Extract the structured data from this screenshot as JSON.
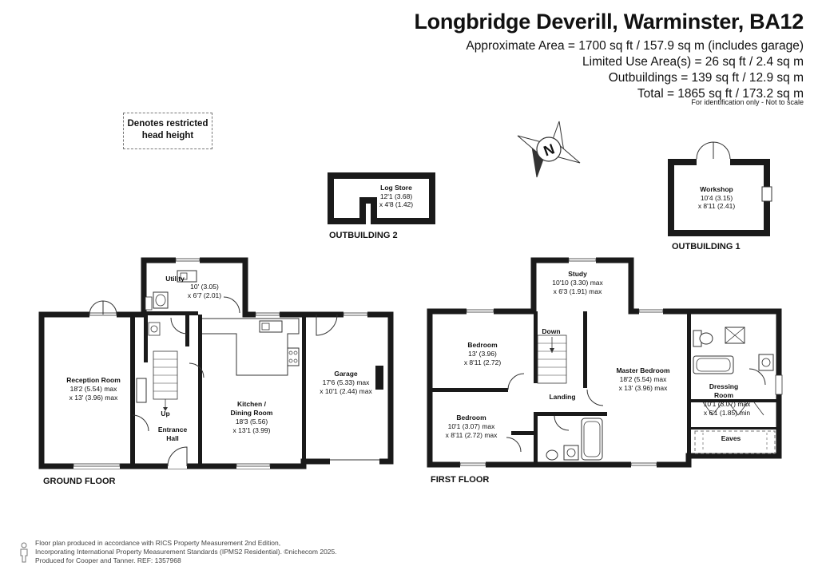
{
  "header": {
    "title": "Longbridge Deverill, Warminster, BA12",
    "area_lines": [
      "Approximate Area = 1700 sq ft / 157.9 sq m (includes garage)",
      "Limited Use Area(s) = 26 sq ft / 2.4 sq m",
      "Outbuildings = 139 sq ft / 12.9 sq m",
      "Total = 1865 sq ft / 173.2 sq m"
    ],
    "identification": "For identification only - Not to scale"
  },
  "legend": {
    "restricted_line1": "Denotes restricted",
    "restricted_line2": "head height"
  },
  "compass": {
    "letter": "N"
  },
  "floors": {
    "ground": "GROUND FLOOR",
    "first": "FIRST FLOOR",
    "outbuilding1": "OUTBUILDING 1",
    "outbuilding2": "OUTBUILDING 2"
  },
  "rooms": {
    "log_store": {
      "name": "Log Store",
      "dim1": "12'1 (3.68)",
      "dim2": "x 4'8 (1.42)"
    },
    "workshop": {
      "name": "Workshop",
      "dim1": "10'4 (3.15)",
      "dim2": "x 8'11 (2.41)"
    },
    "utility": {
      "name": "Utility",
      "dim1": "10' (3.05)",
      "dim2": "x 6'7 (2.01)"
    },
    "reception": {
      "name": "Reception Room",
      "dim1": "18'2 (5.54) max",
      "dim2": "x 13' (3.96) max"
    },
    "kitchen": {
      "name1": "Kitchen /",
      "name2": "Dining Room",
      "dim1": "18'3 (5.56)",
      "dim2": "x 13'1 (3.99)"
    },
    "garage": {
      "name": "Garage",
      "dim1": "17'6 (5.33) max",
      "dim2": "x 10'1 (2.44) max"
    },
    "entrance": {
      "name1": "Entrance",
      "name2": "Hall"
    },
    "up": "Up",
    "down": "Down",
    "study": {
      "name": "Study",
      "dim1": "10'10 (3.30) max",
      "dim2": "x 6'3 (1.91) max"
    },
    "bedroom1": {
      "name": "Bedroom",
      "dim1": "13' (3.96)",
      "dim2": "x 8'11 (2.72)"
    },
    "bedroom2": {
      "name": "Bedroom",
      "dim1": "10'1 (3.07) max",
      "dim2": "x 8'11 (2.72) max"
    },
    "landing": {
      "name": "Landing"
    },
    "master": {
      "name": "Master Bedroom",
      "dim1": "18'2 (5.54) max",
      "dim2": "x 13' (3.96) max"
    },
    "dressing": {
      "name1": "Dressing",
      "name2": "Room",
      "dim1": "10'1 (3.07) max",
      "dim2": "x 6'1 (1.85) min"
    },
    "eaves": {
      "name": "Eaves"
    }
  },
  "footer": {
    "line1": "Floor plan produced in accordance with RICS Property Measurement 2nd Edition,",
    "line2": "Incorporating International Property Measurement Standards (IPMS2 Residential).  ©nichecom 2025.",
    "line3": "Produced for Cooper and Tanner.   REF:  1357968"
  }
}
